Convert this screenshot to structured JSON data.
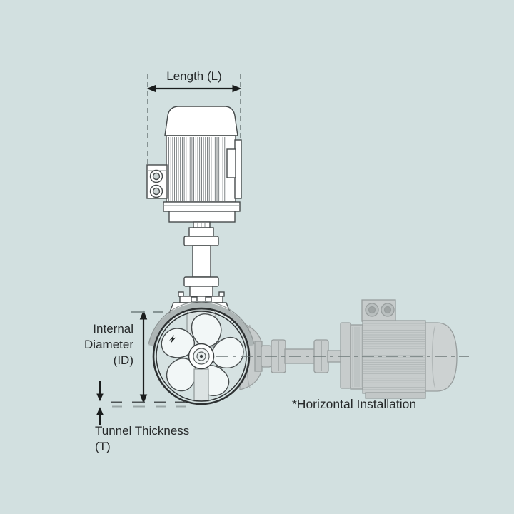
{
  "page": {
    "background": "#d2e0e0"
  },
  "diagram": {
    "subject": "Tunnel thruster installation dimension diagram",
    "views": [
      "vertical installation",
      "horizontal installation (ghosted)"
    ],
    "dimension_labels": {
      "length": "Length (L)",
      "internal_diameter": "Internal\nDiameter\n(ID)",
      "tunnel_thickness": "Tunnel Thickness\n(T)"
    },
    "annotations": {
      "horizontal_installation": "*Horizontal Installation"
    },
    "colors": {
      "background": "#d2e0e0",
      "ink": "#26292a",
      "dimension_line": "#1a1d1d",
      "guide_dash": "#7e8b8b",
      "machinery_outline": "#464b4c",
      "machinery_fill": "#ffffff",
      "ghosted_fill": "#c7cccc",
      "ghosted_outline": "#989e9e",
      "tunnel_rim": "#2d3132"
    }
  }
}
